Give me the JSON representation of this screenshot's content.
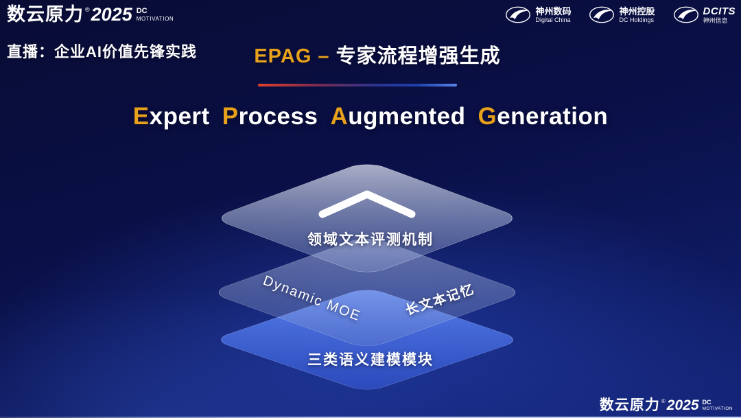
{
  "colors": {
    "gold": "#E8A11B",
    "layer_blue": "#4a6ee8",
    "background_top": "#080c34",
    "background_bottom": "#15257a"
  },
  "header": {
    "brand": {
      "cn": "数云原力",
      "reg": "®",
      "year": "2025",
      "dc": "DC",
      "motivation": "MOTIVATION"
    },
    "live_label": "直播：企业AI价值先锋实践",
    "partner_logos": [
      {
        "name": "神州数码",
        "sub": "Digital China"
      },
      {
        "name": "神州控股",
        "sub": "DC Holdings"
      },
      {
        "name": "DCITS",
        "sub": "神州信息"
      }
    ]
  },
  "title": {
    "highlight": "EPAG – ",
    "rest": "专家流程增强生成"
  },
  "main": {
    "heading": [
      {
        "cap": "E",
        "rest": "xpert"
      },
      {
        "cap": "P",
        "rest": "rocess"
      },
      {
        "cap": "A",
        "rest": "ugmented"
      },
      {
        "cap": "G",
        "rest": "eneration"
      }
    ],
    "stack": {
      "top_label": "领域文本评测机制",
      "middle_left_label": "Dynamic MOE",
      "middle_right_label": "长文本记忆",
      "bottom_label": "三类语义建模模块"
    }
  },
  "footer": {
    "brand_cn": "数云原力",
    "reg": "®",
    "year": "2025",
    "dc": "DC",
    "motivation": "MOTIVATION"
  }
}
